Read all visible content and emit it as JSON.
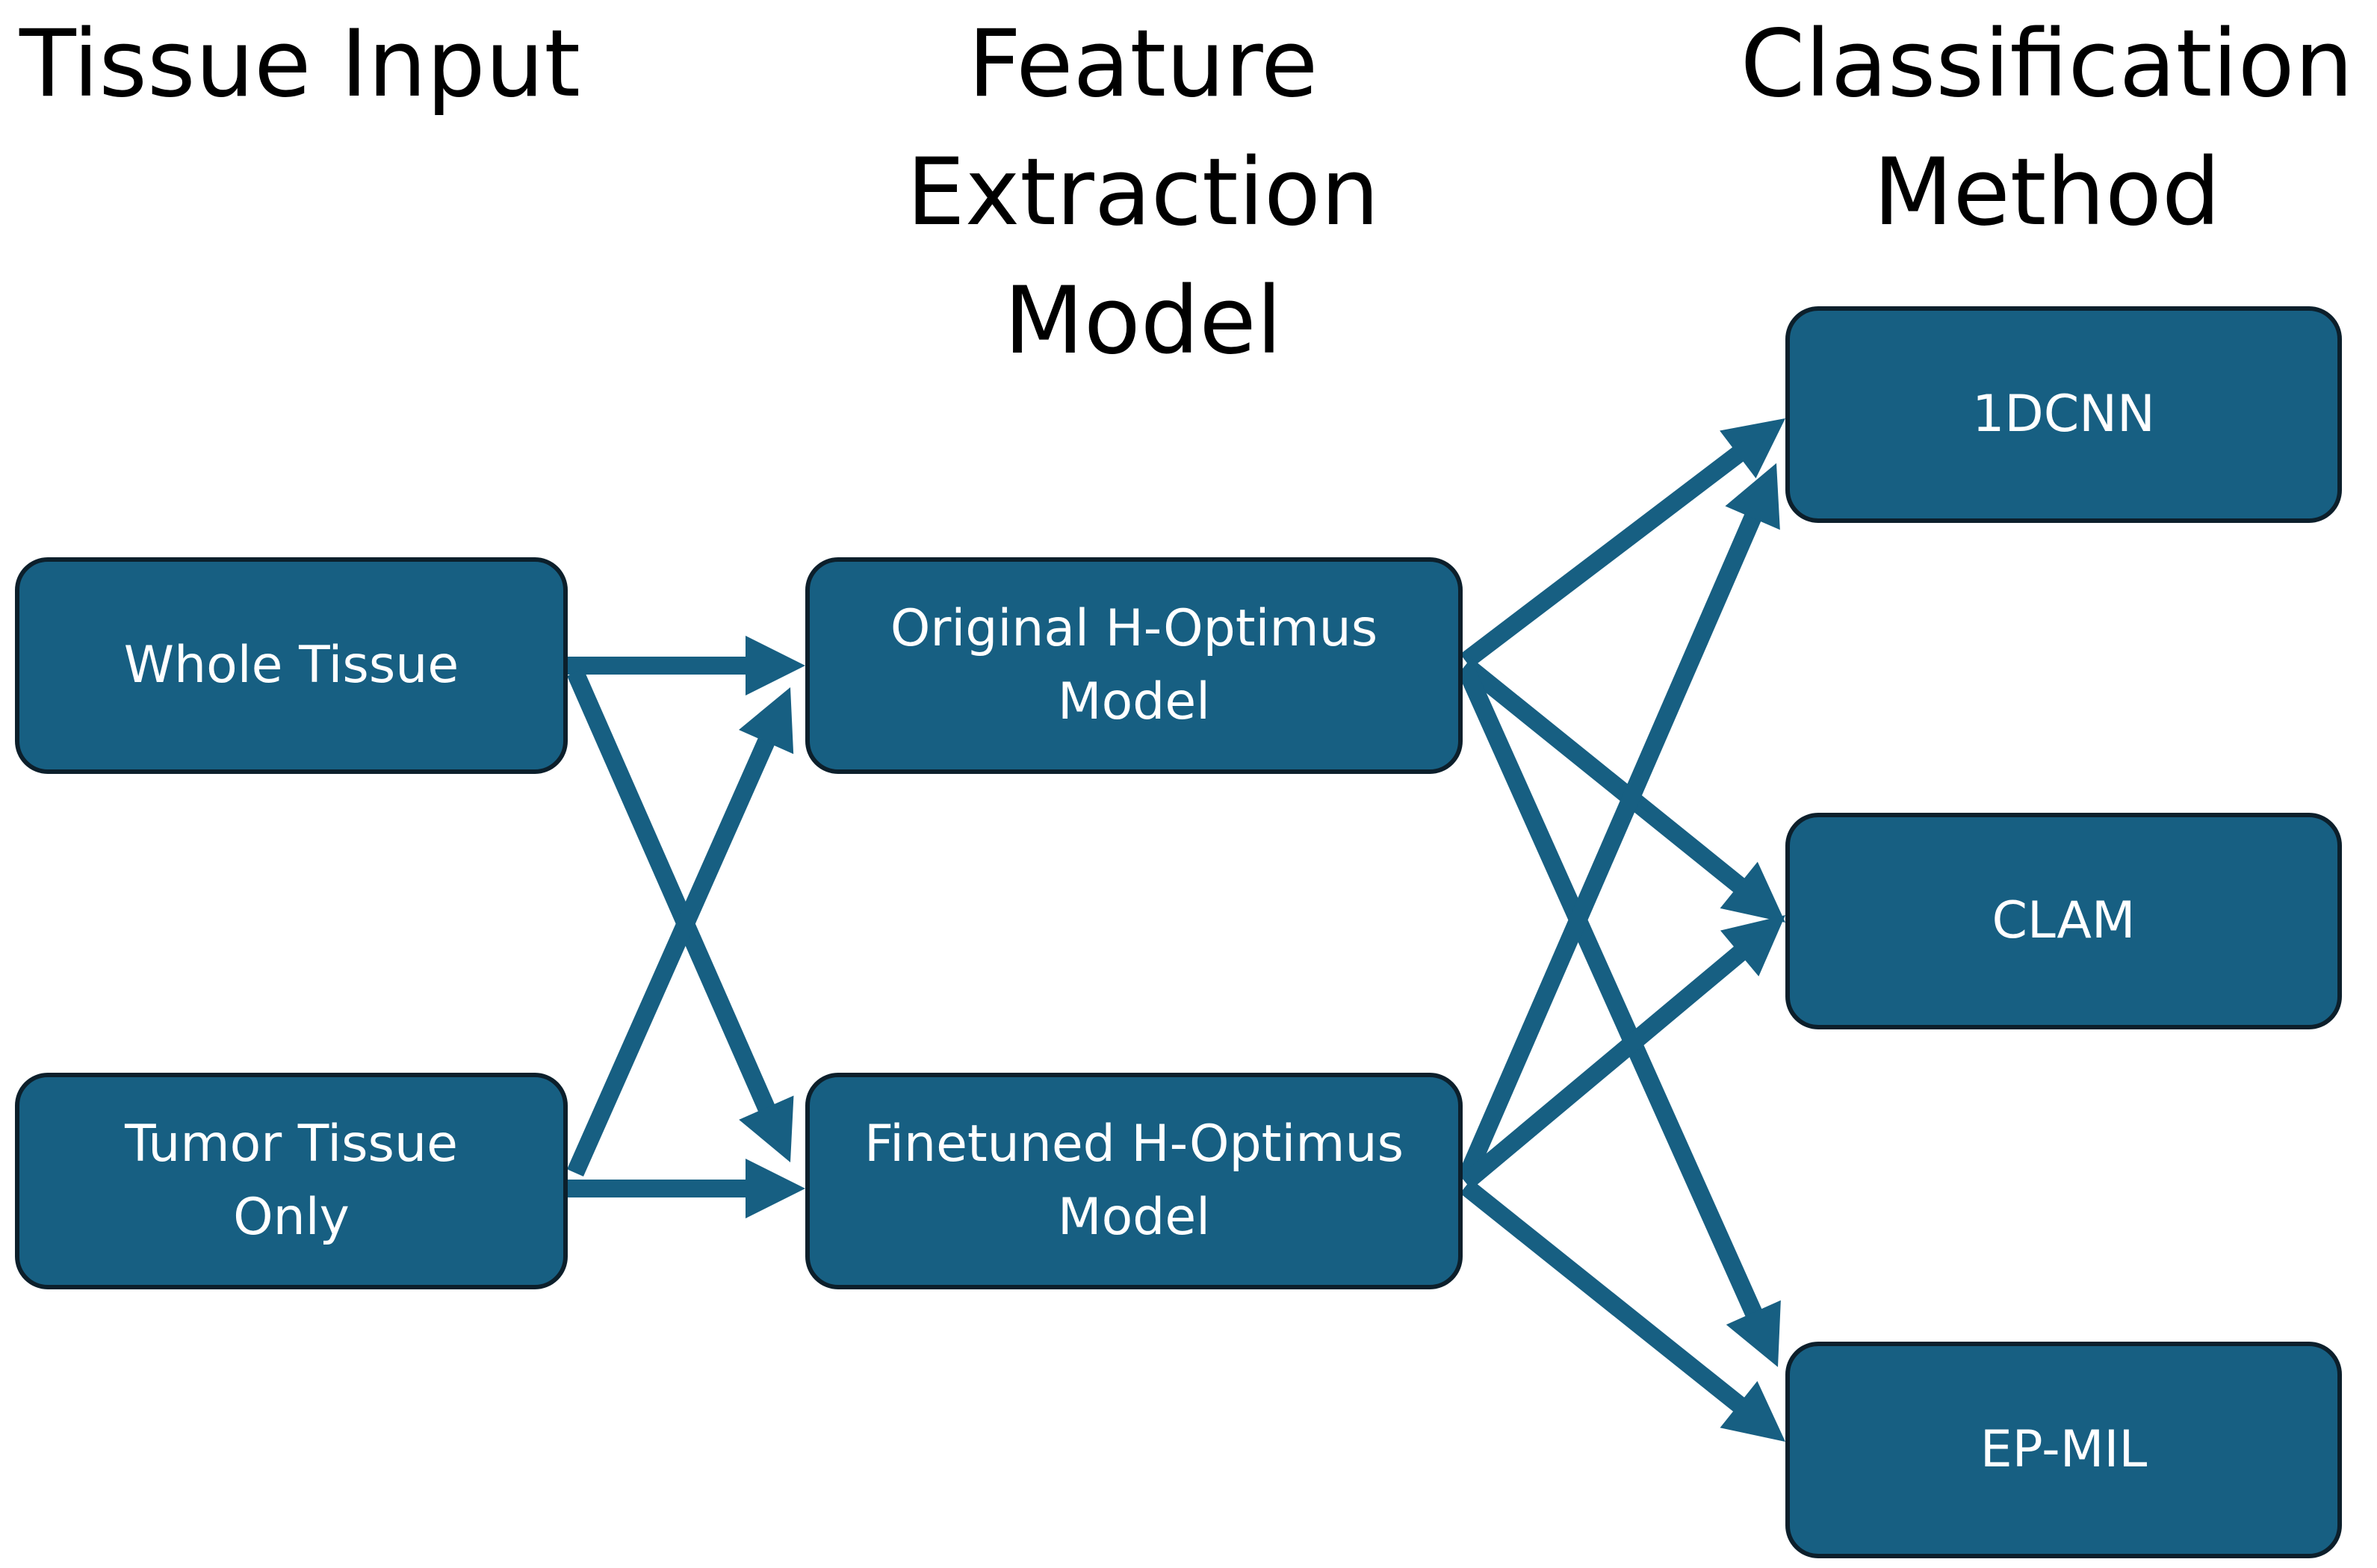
{
  "columns": {
    "tissue_input": {
      "title_lines": [
        "Tissue Input"
      ]
    },
    "feature_extraction": {
      "title_lines": [
        "Feature",
        "Extraction",
        "Model"
      ]
    },
    "classification": {
      "title_lines": [
        "Classification",
        "Method"
      ]
    }
  },
  "nodes": {
    "whole_tissue": {
      "label": "Whole Tissue"
    },
    "tumor_tissue": {
      "label_lines": [
        "Tumor Tissue",
        "Only"
      ]
    },
    "original_model": {
      "label_lines": [
        "Original H-Optimus",
        "Model"
      ]
    },
    "finetuned_model": {
      "label_lines": [
        "Finetuned H-Optimus",
        "Model"
      ]
    },
    "cnn": {
      "label": "1DCNN"
    },
    "clam": {
      "label": "CLAM"
    },
    "epmil": {
      "label": "EP-MIL"
    }
  },
  "edges": [
    {
      "from": "whole_tissue",
      "to": "original_model"
    },
    {
      "from": "whole_tissue",
      "to": "finetuned_model"
    },
    {
      "from": "tumor_tissue",
      "to": "original_model"
    },
    {
      "from": "tumor_tissue",
      "to": "finetuned_model"
    },
    {
      "from": "original_model",
      "to": "cnn"
    },
    {
      "from": "original_model",
      "to": "clam"
    },
    {
      "from": "original_model",
      "to": "epmil"
    },
    {
      "from": "finetuned_model",
      "to": "cnn"
    },
    {
      "from": "finetuned_model",
      "to": "clam"
    },
    {
      "from": "finetuned_model",
      "to": "epmil"
    }
  ],
  "colors": {
    "node_fill": "#175f82",
    "node_border": "#0c1f2b",
    "arrow": "#175f82",
    "text_on_node": "#ffffff",
    "heading_text": "#000000"
  }
}
